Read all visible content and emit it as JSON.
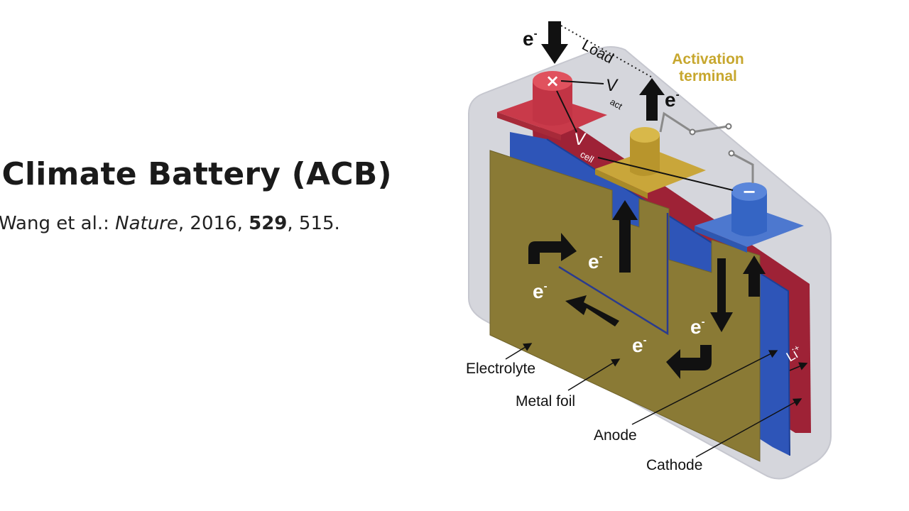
{
  "slide": {
    "title": "-Climate Battery (ACB)",
    "citation": {
      "authors": "Wang et al.: ",
      "journal": "Nature",
      "year_sep": ", 2016, ",
      "volume": "529",
      "pages": ", 515."
    }
  },
  "diagram": {
    "labels": {
      "load": "Load",
      "activation_terminal_line1": "Activation",
      "activation_terminal_line2": "terminal",
      "v_act_main": "V",
      "v_act_sub": "act",
      "v_cell_main": "V",
      "v_cell_sub": "cell",
      "electrolyte": "Electrolyte",
      "metal_foil": "Metal foil",
      "anode": "Anode",
      "cathode": "Cathode",
      "li_ion": "Li",
      "li_sup": "+",
      "electron": "e",
      "electron_sup": "-",
      "plus_symbol": "×",
      "minus_symbol": "−"
    },
    "colors": {
      "electrolyte_case": "#d5d6dc",
      "cathode_red": "#b12a3e",
      "anode_blue": "#2e55b8",
      "metal_foil_gold": "#8a7a35",
      "activation_gold": "#c9a63a",
      "label_gold": "#c7a72e"
    }
  }
}
